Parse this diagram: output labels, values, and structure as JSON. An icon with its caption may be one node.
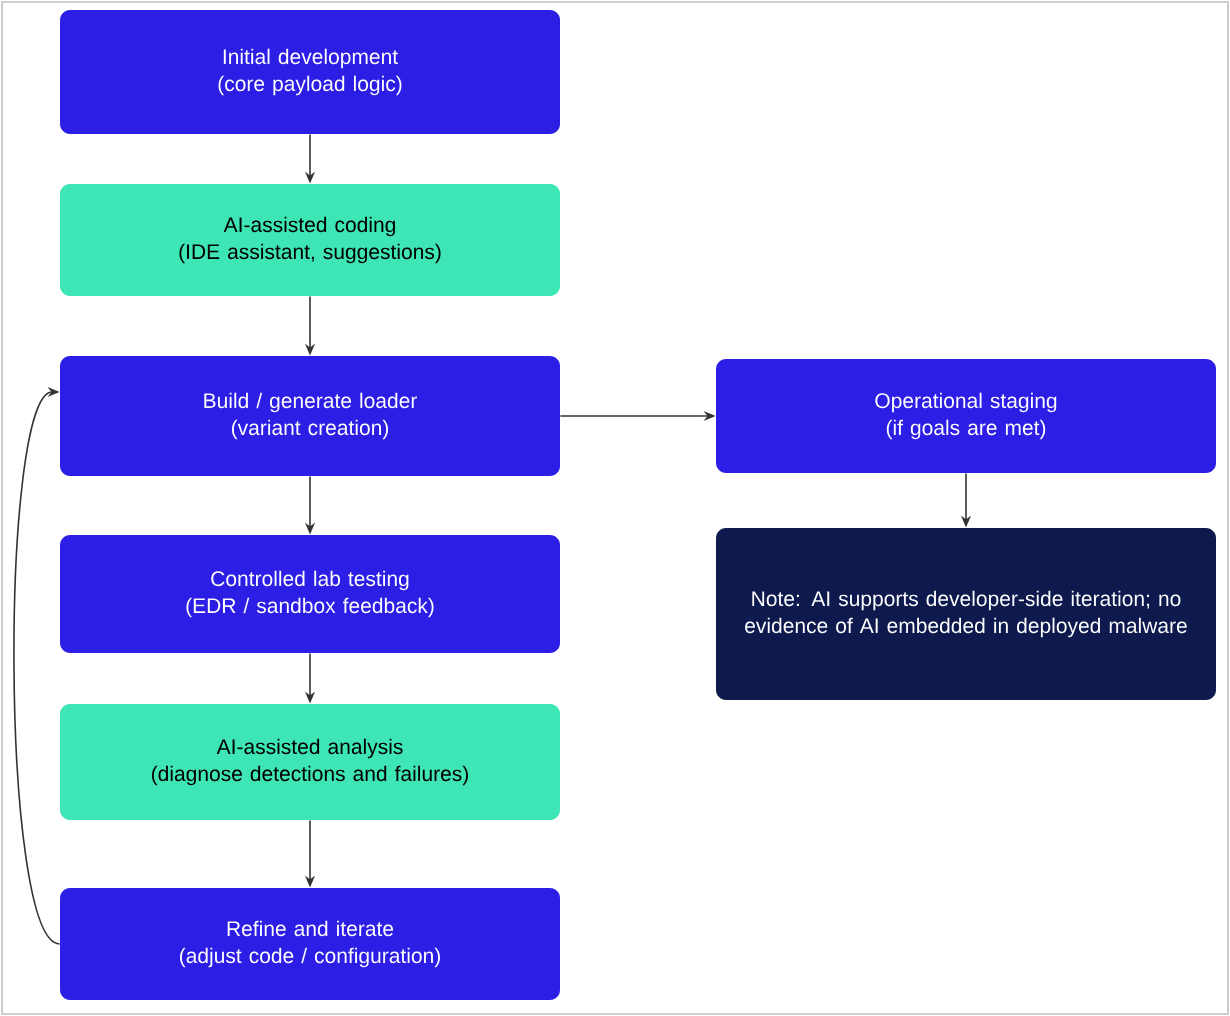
{
  "diagram": {
    "nodes": [
      {
        "text": [
          "Initial development",
          "(core payload logic)"
        ]
      },
      {
        "text": [
          "AI-assisted coding",
          "(IDE assistant, suggestions)"
        ]
      },
      {
        "text": [
          "Build / generate loader",
          "(variant creation)"
        ]
      },
      {
        "text": [
          "Controlled lab testing",
          "(EDR / sandbox feedback)"
        ]
      },
      {
        "text": [
          "AI-assisted analysis",
          "(diagnose detections and failures)"
        ]
      },
      {
        "text": [
          "Refine and iterate",
          "(adjust code / configuration)"
        ]
      },
      {
        "text": [
          "Operational staging",
          "(if goals are met)"
        ]
      },
      {
        "text": [
          "Note: AI supports developer-side iteration; no evidence of AI embedded in deployed malware"
        ]
      }
    ],
    "edges": [
      {
        "from": 0,
        "to": 1,
        "arrow": "to"
      },
      {
        "from": 1,
        "to": 2,
        "arrow": "to"
      },
      {
        "from": 2,
        "to": 3,
        "arrow": "to"
      },
      {
        "from": 3,
        "to": 4,
        "arrow": "to"
      },
      {
        "from": 4,
        "to": 5,
        "arrow": "to"
      },
      {
        "from": 5,
        "to": 2,
        "arrow": "to"
      },
      {
        "from": 2,
        "to": 6,
        "arrow": "to"
      },
      {
        "from": 6,
        "to": 7,
        "arrow": "to"
      }
    ]
  }
}
